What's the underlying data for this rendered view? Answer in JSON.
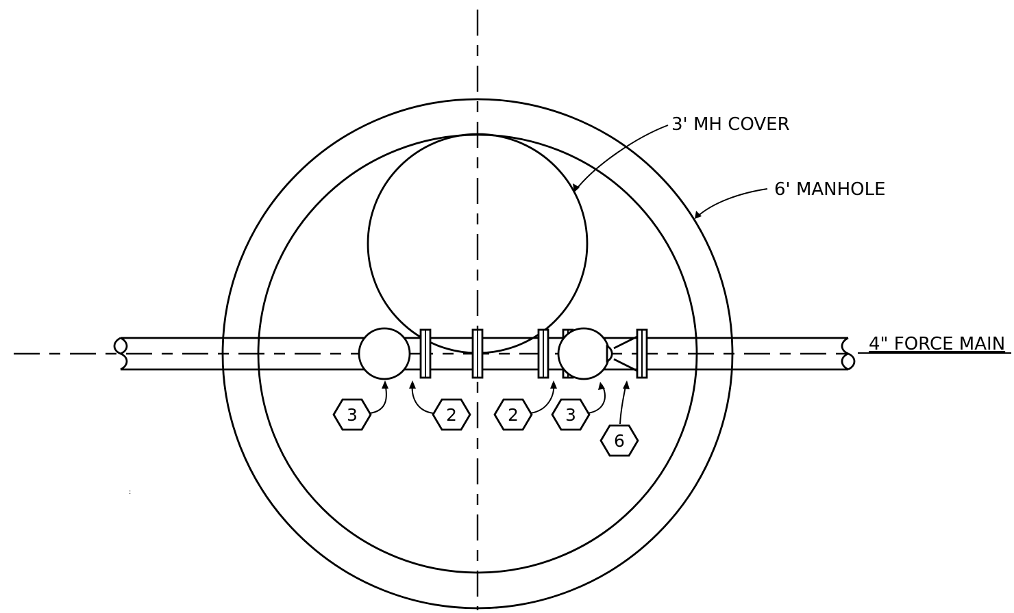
{
  "labels": {
    "mh_cover": "3' MH COVER",
    "manhole": "6' MANHOLE",
    "force_main": "4\" FORCE MAIN"
  },
  "tags": {
    "t1": "3",
    "t2": "2",
    "t3": "2",
    "t4": "3",
    "t5": "6"
  },
  "marks": {
    "speck": ":"
  },
  "colors": {
    "line": "#000000",
    "background": "#ffffff"
  }
}
